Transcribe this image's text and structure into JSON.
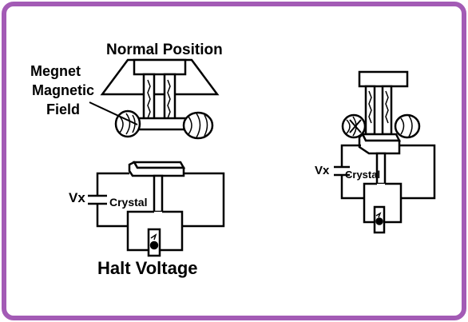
{
  "colors": {
    "frame": "#a35bb5",
    "ink": "#000000",
    "background": "#ffffff"
  },
  "left_panel": {
    "normal_position_label": "Normal Position",
    "megnet_label": "Megnet",
    "magnetic_label": "Magnetic",
    "field_label": "Field",
    "vx_label": "Vx",
    "crystal_label": "Crystal",
    "halt_voltage_label": "Halt Voltage"
  },
  "right_panel": {
    "vx_label": "Vx",
    "crystal_label": "Crystal"
  }
}
